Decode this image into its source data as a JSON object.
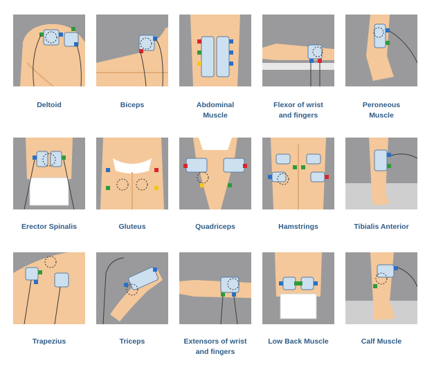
{
  "placements": [
    {
      "label": "Deltoid",
      "icon": "deltoid-placement-illustration"
    },
    {
      "label": "Biceps",
      "icon": "biceps-placement-illustration"
    },
    {
      "label": "Abdominal\nMuscle",
      "icon": "abdominal-placement-illustration"
    },
    {
      "label": "Flexor of wrist\nand fingers",
      "icon": "wrist-flexor-placement-illustration"
    },
    {
      "label": "Peroneous\nMuscle",
      "icon": "peroneous-placement-illustration"
    },
    {
      "label": "Erector Spinalis",
      "icon": "erector-spinalis-placement-illustration"
    },
    {
      "label": "Gluteus",
      "icon": "gluteus-placement-illustration"
    },
    {
      "label": "Quadriceps",
      "icon": "quadriceps-placement-illustration"
    },
    {
      "label": "Hamstrings",
      "icon": "hamstrings-placement-illustration"
    },
    {
      "label": "Tibialis Anterior",
      "icon": "tibialis-anterior-placement-illustration"
    },
    {
      "label": "Trapezius",
      "icon": "trapezius-placement-illustration"
    },
    {
      "label": "Triceps",
      "icon": "triceps-placement-illustration"
    },
    {
      "label": "Extensors of wrist\nand fingers",
      "icon": "wrist-extensor-placement-illustration"
    },
    {
      "label": "Low Back Muscle",
      "icon": "low-back-placement-illustration"
    },
    {
      "label": "Calf Muscle",
      "icon": "calf-placement-illustration"
    }
  ],
  "colors": {
    "background": "#9a9a9c",
    "skin": "#f4c89a",
    "skin_shade": "#e3ac78",
    "label": "#2f5b86",
    "pad": "#cde0f0",
    "connector_green": "#2e9a3c",
    "connector_blue": "#2b6fc4",
    "connector_red": "#d8262c",
    "connector_yellow": "#f3c71a",
    "wire": "#3a3a3a"
  }
}
